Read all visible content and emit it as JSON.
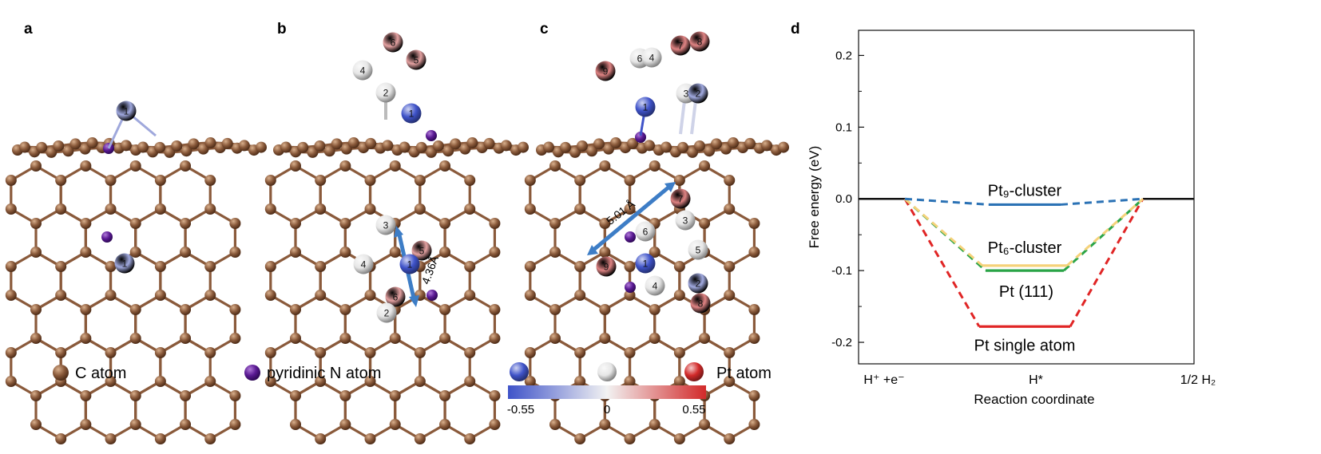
{
  "panels": {
    "a": {
      "letter": "a",
      "top_labels": [
        "1"
      ],
      "bottom_labels": [
        "1"
      ]
    },
    "b": {
      "letter": "b",
      "top_labels": [
        "6",
        "5",
        "4",
        "2",
        "1"
      ],
      "bottom_labels": [
        "3",
        "5",
        "4",
        "1",
        "6",
        "2"
      ],
      "distance": "4.36Å"
    },
    "c": {
      "letter": "c",
      "top_labels": [
        "7",
        "8",
        "6",
        "4",
        "9",
        "3",
        "2",
        "1"
      ],
      "bottom_labels": [
        "7",
        "3",
        "6",
        "5",
        "9",
        "1",
        "4",
        "2",
        "8"
      ],
      "distance": "5.01 Å"
    }
  },
  "legend": {
    "c_atom": "C atom",
    "n_atom": "pyridinic N atom",
    "pt_atom": "Pt atom",
    "colorbar": {
      "min": "-0.55",
      "mid": "0",
      "max": "0.55",
      "colors": [
        "#3f53c9",
        "#f2f2f2",
        "#d22a2a"
      ]
    }
  },
  "chart_data": {
    "type": "line",
    "panel_letter": "d",
    "ylabel": "Free energy (eV)",
    "xlabel": "Reaction coordinate",
    "x_categories": [
      "H⁺ +e⁻",
      "H*",
      "1/2 H₂"
    ],
    "ylim": [
      -0.23,
      0.235
    ],
    "yticks": [
      0.2,
      0.1,
      0.0,
      -0.1,
      -0.2
    ],
    "ytick_labels": [
      "0.2",
      "0.1",
      "0.0",
      "-0.1",
      "-0.2"
    ],
    "baseline": 0.0,
    "series": [
      {
        "name": "Pt₉-cluster",
        "value": -0.008,
        "color": "#2b72b5"
      },
      {
        "name": "Pt₆-cluster",
        "value": -0.093,
        "color": "#f5d27a"
      },
      {
        "name": "Pt (111)",
        "value": -0.1,
        "color": "#2aa447"
      },
      {
        "name": "Pt single atom",
        "value": -0.178,
        "color": "#e02525"
      }
    ]
  }
}
